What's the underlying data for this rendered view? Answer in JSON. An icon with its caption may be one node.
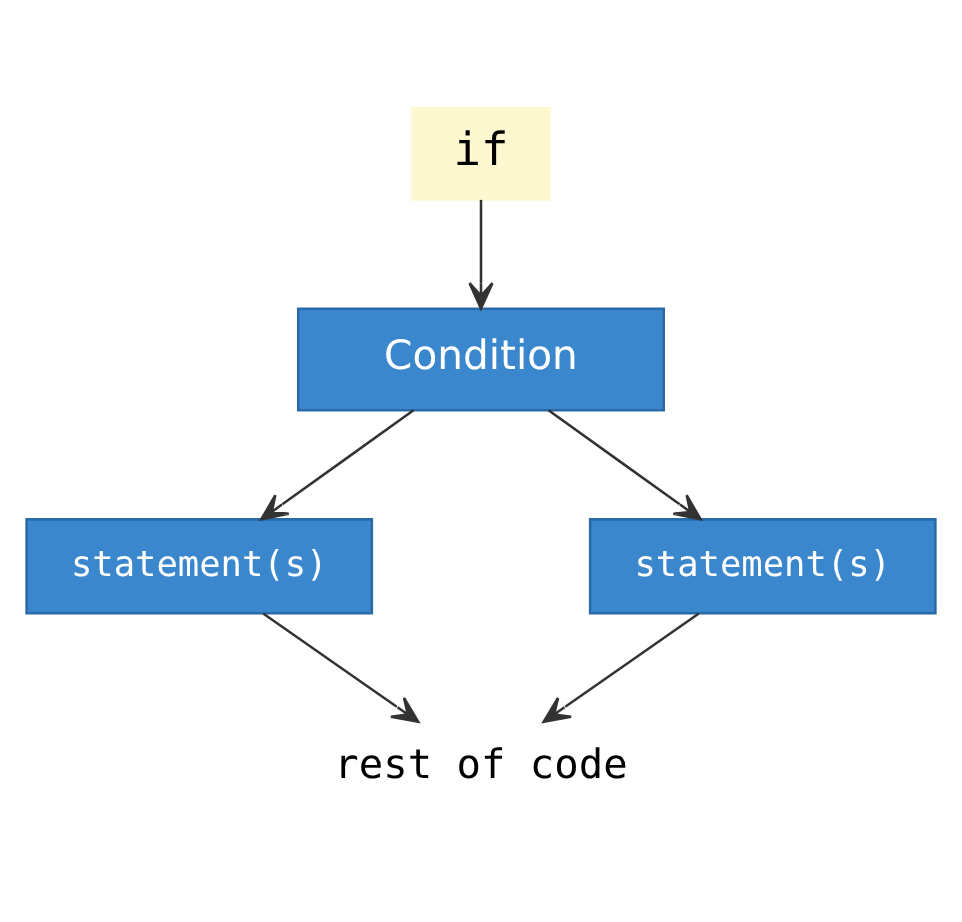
{
  "diagram": {
    "nodes": [
      {
        "text": [
          "if"
        ]
      },
      {
        "text": [
          "Condition"
        ]
      },
      {
        "text": [
          "statement(s)"
        ]
      },
      {
        "text": [
          "statement(s)"
        ]
      },
      {
        "text": [
          "rest of code"
        ]
      }
    ],
    "edges": [
      {
        "from": 0,
        "to": 1,
        "arrow": "to"
      },
      {
        "from": 1,
        "to": 2,
        "arrow": "to"
      },
      {
        "from": 1,
        "to": 3,
        "arrow": "to"
      },
      {
        "from": 2,
        "to": 4,
        "arrow": "to"
      },
      {
        "from": 3,
        "to": 4,
        "arrow": "to"
      }
    ]
  }
}
